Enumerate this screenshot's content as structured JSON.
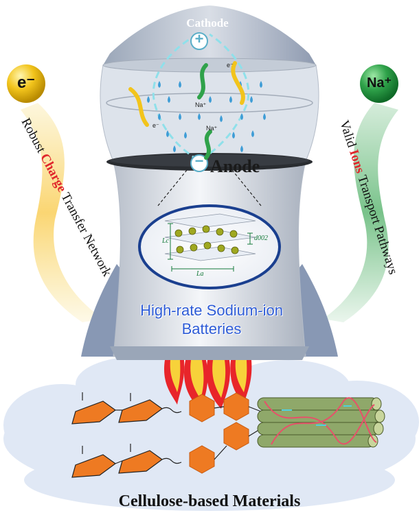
{
  "labels": {
    "cathode": "Cathode",
    "anode": "Anode",
    "title_line1": "High-rate Sodium-ion",
    "title_line2": "Batteries",
    "bottom": "Cellulose-based Materials",
    "left_pre": "Robust ",
    "left_hl": "Charge",
    "left_post": " Transfer Network",
    "right_pre": "Valid ",
    "right_hl": "Ions",
    "right_post": " Transport Pathways",
    "electron_ball": "e⁻",
    "sodium_ball": "Na⁺",
    "ion_na1": "Na⁺",
    "ion_na2": "Na⁺",
    "ion_e1": "e⁻",
    "ion_e2": "e⁻",
    "lc": "Lc",
    "la": "La",
    "d002": "d002",
    "plus": "+",
    "minus": "−"
  },
  "colors": {
    "rocket_gray": "#c9cfd8",
    "fin_blue": "#8898b4",
    "title_blue": "#2d5bd6",
    "electron_yellow": "#f2c41c",
    "sodium_green": "#2fa24a",
    "highlight_red": "#e0262c",
    "flame_red": "#e8252a",
    "flame_yellow": "#f7d23a",
    "sugar_orange": "#ee7a22",
    "fiber_green": "#8fa86a",
    "cloud_blue": "#dfe7f5"
  }
}
